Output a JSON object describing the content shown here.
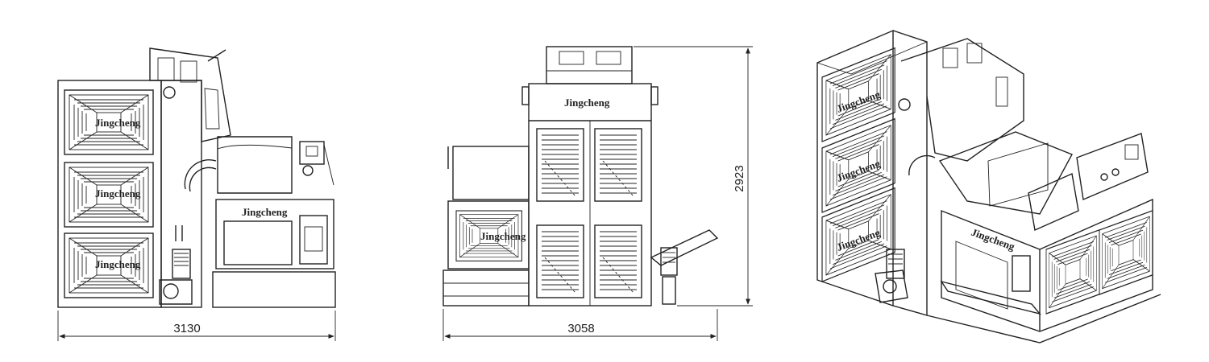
{
  "views": {
    "side": {
      "width_dimension": "3130",
      "brand_mark": "Jingcheng"
    },
    "front": {
      "width_dimension": "3058",
      "height_dimension": "2923",
      "brand_mark": "Jingcheng"
    },
    "isometric": {
      "brand_mark": "Jingcheng"
    }
  }
}
